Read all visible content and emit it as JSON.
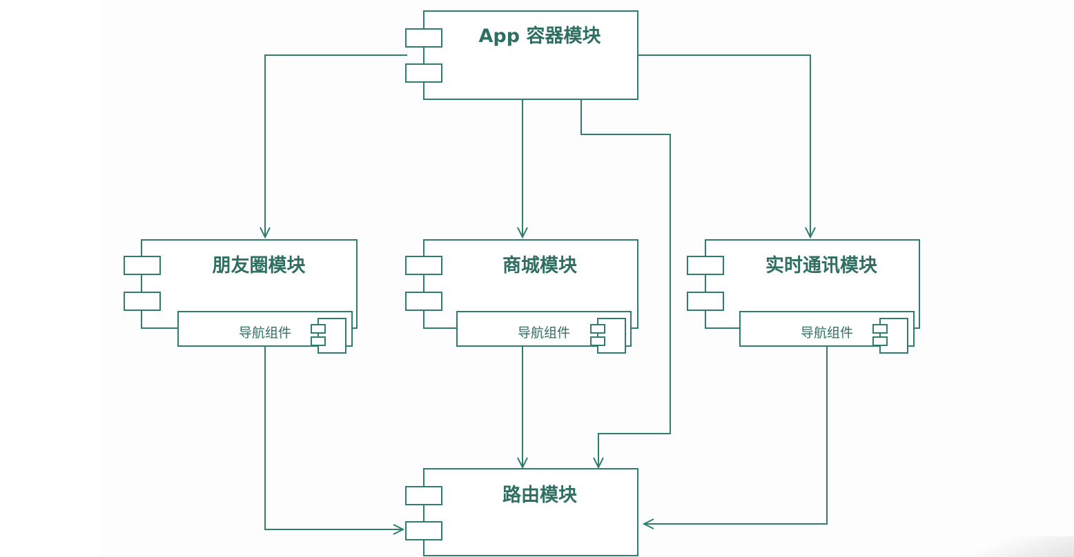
{
  "diagram": {
    "modules": {
      "app_container": {
        "label": "App 容器模块"
      },
      "moments": {
        "label": "朋友圈模块",
        "nav": "导航组件"
      },
      "mall": {
        "label": "商城模块",
        "nav": "导航组件"
      },
      "im": {
        "label": "实时通讯模块",
        "nav": "导航组件"
      },
      "router": {
        "label": "路由模块"
      }
    },
    "edges": [
      {
        "from": "App 容器模块",
        "to": "朋友圈模块"
      },
      {
        "from": "App 容器模块",
        "to": "商城模块"
      },
      {
        "from": "App 容器模块",
        "to": "实时通讯模块"
      },
      {
        "from": "App 容器模块",
        "to": "路由模块"
      },
      {
        "from": "朋友圈模块",
        "to": "路由模块"
      },
      {
        "from": "商城模块",
        "to": "路由模块"
      },
      {
        "from": "实时通讯模块",
        "to": "路由模块"
      }
    ],
    "colors": {
      "stroke": "#2e7d6a",
      "text": "#2e6f62"
    }
  }
}
